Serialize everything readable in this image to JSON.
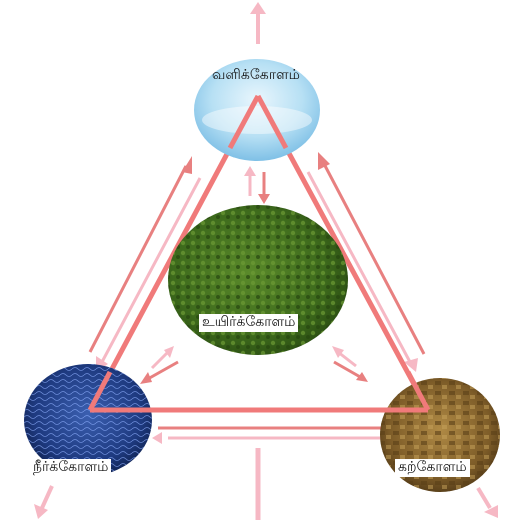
{
  "labels": {
    "atmosphere": "வளிக்கோளம்",
    "biosphere": "உயிர்க்கோளம்",
    "hydrosphere": "நீர்க்கோளம்",
    "lithosphere": "கற்கோளம்"
  },
  "colors": {
    "triangle": "#f08080",
    "arrow_dark": "#e88080",
    "arrow_light": "#f6b8c4",
    "atmosphere_sky": "#9fd3ee",
    "biosphere_forest": "#3f6b1f",
    "hydrosphere_water": "#1f3b7a",
    "lithosphere_rock": "#8a6a2e"
  }
}
